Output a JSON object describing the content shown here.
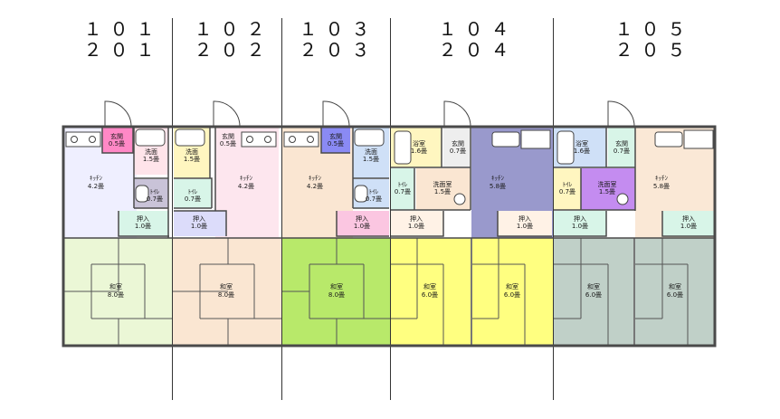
{
  "unit_headers": [
    {
      "top": "１０１",
      "bottom": "２０１"
    },
    {
      "top": "１０２",
      "bottom": "２０２"
    },
    {
      "top": "１０３",
      "bottom": "２０３"
    },
    {
      "top": "１０４",
      "bottom": "２０４"
    },
    {
      "top": "１０５",
      "bottom": "２０５"
    }
  ],
  "rooms": {
    "u1": {
      "entry": [
        "玄関",
        "0.5畳"
      ],
      "washroom": [
        "洗面",
        "1.5畳"
      ],
      "kitchen": [
        "ｷｯﾁﾝ",
        "4.2畳"
      ],
      "toilet": [
        "ﾄｲﾚ",
        "0.7畳"
      ],
      "closet": [
        "押入",
        "1.0畳"
      ],
      "washitsu": [
        "和室",
        "8.0畳"
      ]
    },
    "u2": {
      "entry": [
        "玄関",
        "0.5畳"
      ],
      "washroom": [
        "洗面",
        "1.5畳"
      ],
      "kitchen": [
        "ｷｯﾁﾝ",
        "4.2畳"
      ],
      "toilet": [
        "ﾄｲﾚ",
        "0.7畳"
      ],
      "closet": [
        "押入",
        "1.0畳"
      ],
      "washitsu": [
        "和室",
        "8.0畳"
      ]
    },
    "u3": {
      "entry": [
        "玄関",
        "0.5畳"
      ],
      "washroom": [
        "洗面",
        "1.5畳"
      ],
      "kitchen": [
        "ｷｯﾁﾝ",
        "4.2畳"
      ],
      "toilet": [
        "ﾄｲﾚ",
        "0.7畳"
      ],
      "closet": [
        "押入",
        "1.0畳"
      ],
      "washitsu": [
        "和室",
        "8.0畳"
      ]
    },
    "u4": {
      "bath": [
        "浴室",
        "1.6畳"
      ],
      "entry": [
        "玄関",
        "0.7畳"
      ],
      "toilet": [
        "ﾄｲﾚ",
        "0.7畳"
      ],
      "washroom": [
        "洗面室",
        "1.5畳"
      ],
      "kitchen": [
        "ｷｯﾁﾝ",
        "5.8畳"
      ],
      "closet_a": [
        "押入",
        "1.0畳"
      ],
      "closet_b": [
        "押入",
        "1.0畳"
      ],
      "washitsu_a": [
        "和室",
        "6.0畳"
      ],
      "washitsu_b": [
        "和室",
        "6.0畳"
      ]
    },
    "u5": {
      "bath": [
        "浴室",
        "1.6畳"
      ],
      "entry": [
        "玄関",
        "0.7畳"
      ],
      "toilet": [
        "ﾄｲﾚ",
        "0.7畳"
      ],
      "washroom": [
        "洗面室",
        "1.5畳"
      ],
      "kitchen": [
        "ｷｯﾁﾝ",
        "5.8畳"
      ],
      "closet_a": [
        "押入",
        "1.0畳"
      ],
      "closet_b": [
        "押入",
        "1.0畳"
      ],
      "washitsu_a": [
        "和室",
        "6.0畳"
      ],
      "washitsu_b": [
        "和室",
        "6.0畳"
      ]
    }
  },
  "colors": {
    "u1_washitsu": "#ebf7d6",
    "u1_kitchen": "#efefff",
    "u1_entry": "#ff88c6",
    "u1_toilet": "#c9c3d8",
    "u2_washitsu": "#fae6d2",
    "u2_kitchen": "#fde6ee",
    "u3_washitsu": "#b8e96a",
    "u3_kitchen": "#fae6d2",
    "u3_entry": "#8a8af4",
    "u4_washitsu": "#ffff80",
    "u4_kitchen": "#9999cc",
    "u4_bath": "#fff6c0",
    "u5_washitsu": "#c0d0c8",
    "u5_kitchen": "#fae8d6",
    "u5_washroom": "#c48cf0",
    "closet_pink": "#fbc6e1",
    "closet_lavender": "#dcdcfa",
    "closet_mint": "#d8f5e8",
    "closet_cream": "#fff2e6",
    "bath_blue": "#cfe0f7",
    "toilet_mint": "#d8f5e8",
    "wall": "#4a4a4a"
  }
}
